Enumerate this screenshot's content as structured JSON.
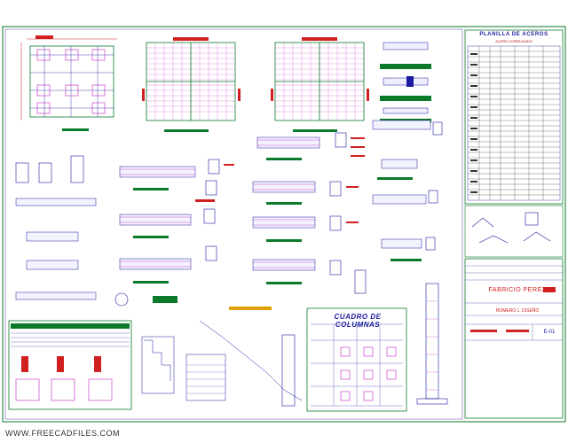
{
  "title_block": {
    "planilla_title": "PLANILLA DE ACEROS",
    "planilla_subtitle": "ACERO CORRUGADO",
    "engineer_name": "FABRICIO PEREZ",
    "engineer_subtitle": "ROMERO L. DISEÑO",
    "sheet_number": "E-01"
  },
  "cuadro_title": "CUADRO DE COLUMNAS",
  "watermark": "WWW.FREECADFILES.COM",
  "colors": {
    "drawing_blue": "#1a1aa0",
    "drawing_red": "#d02020",
    "drawing_green": "#0a7a2a",
    "drawing_magenta": "#c020c0",
    "drawing_cyan": "#10a0c0"
  }
}
